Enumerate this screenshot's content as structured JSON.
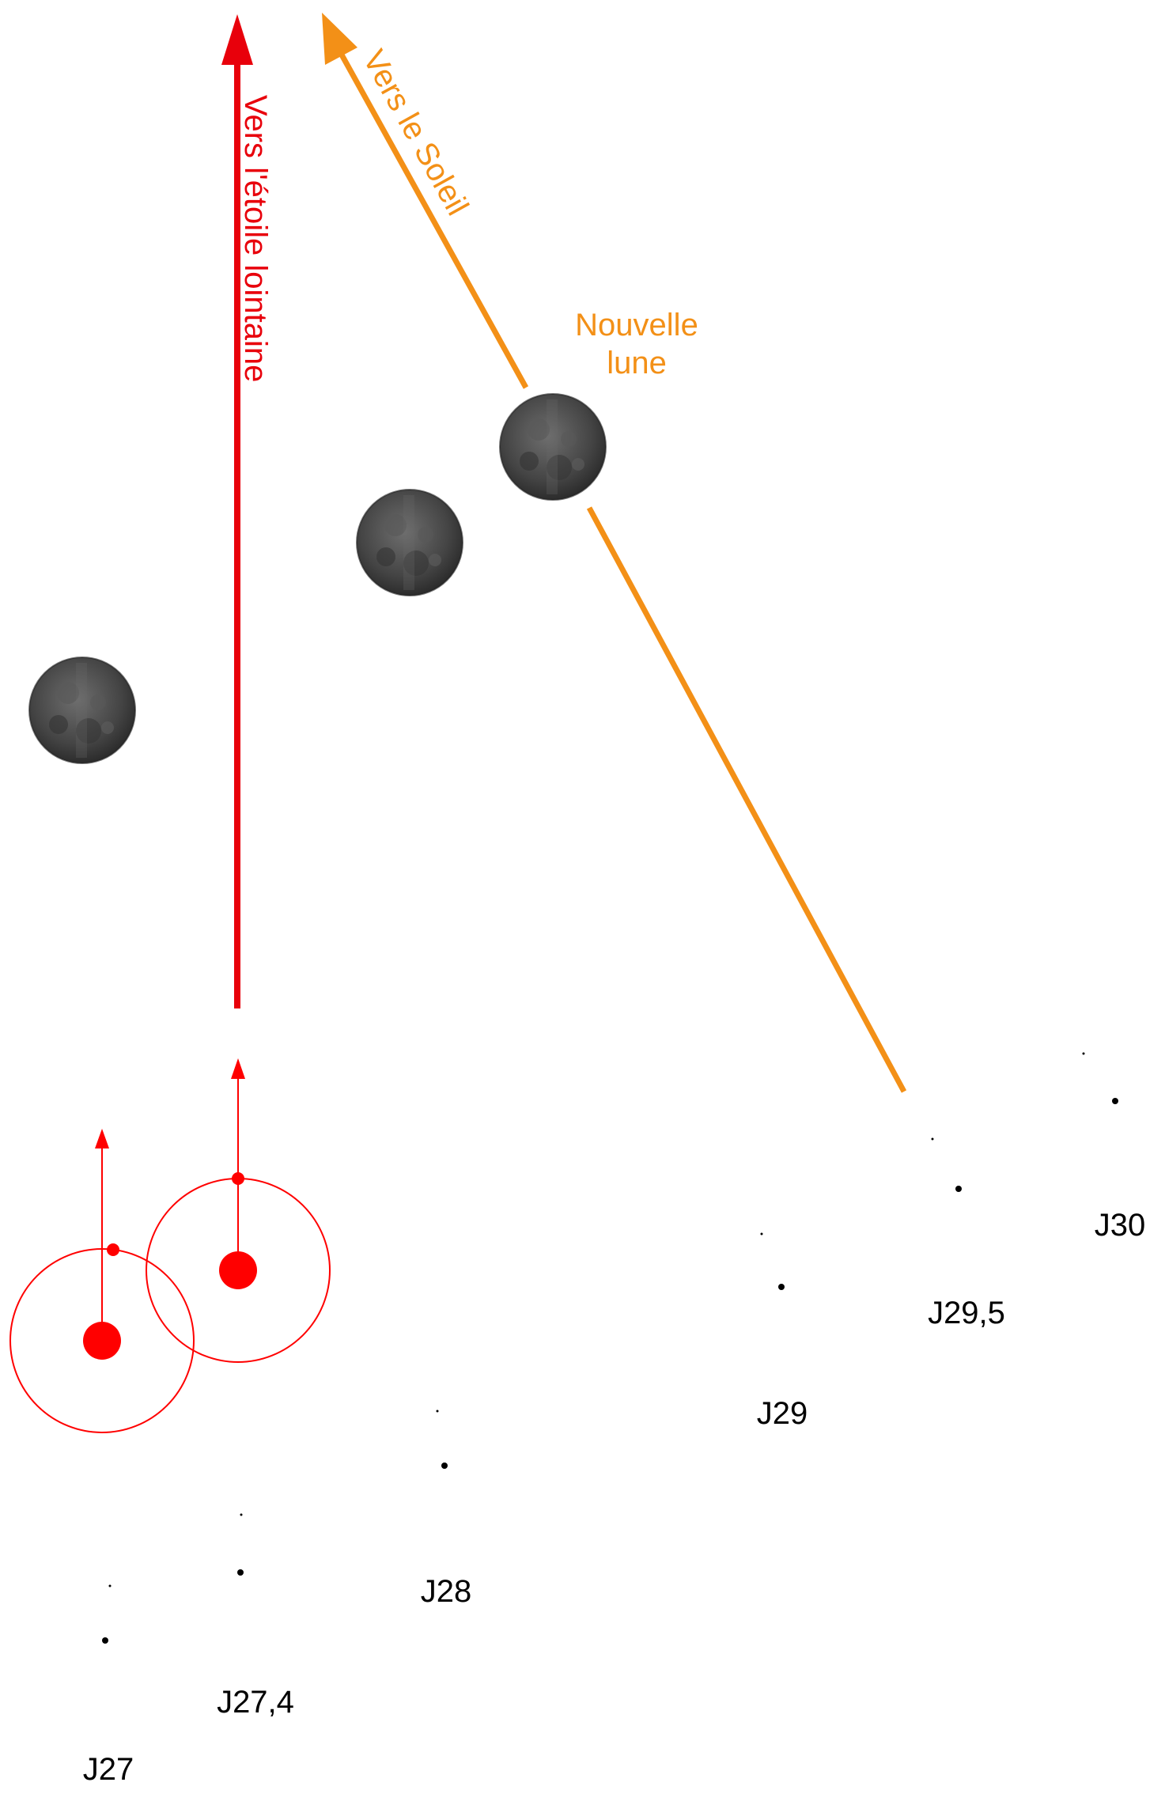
{
  "colors": {
    "star_direction": "#e8000b",
    "sun_direction": "#f39017",
    "earth": "#ff0000",
    "day_marker": "#000000",
    "moon_dark": "#3c3c3c",
    "moon_light": "#7a7a7a"
  },
  "labels": {
    "star_direction": "Vers l'étoile lointaine",
    "sun_direction": "Vers le Soleil",
    "new_moon_line1": "Nouvelle",
    "new_moon_line2": "lune"
  },
  "days": [
    {
      "label": "J27"
    },
    {
      "label": "J27,4"
    },
    {
      "label": "J28"
    },
    {
      "label": "J29"
    },
    {
      "label": "J29,5"
    },
    {
      "label": "J30"
    }
  ],
  "icons": {
    "moon": "moon-icon",
    "earth": "earth-dot-icon",
    "arrow": "arrow-icon"
  }
}
